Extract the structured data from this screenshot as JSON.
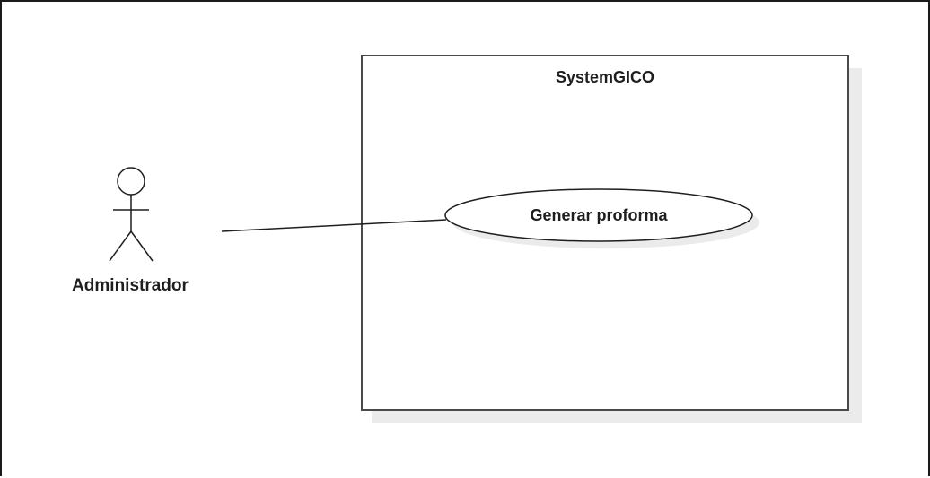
{
  "diagram": {
    "type": "use-case",
    "system_boundary": {
      "title": "SystemGICO"
    },
    "actors": [
      {
        "label": "Administrador"
      }
    ],
    "use_cases": [
      {
        "label": "Generar proforma"
      }
    ],
    "associations": [
      {
        "from": "Administrador",
        "to": "Generar proforma"
      }
    ],
    "colors": {
      "stroke": "#1e1e1e",
      "boundary_stroke": "#4a4a4a",
      "shadow": "#ebebeb",
      "background": "#ffffff"
    }
  }
}
